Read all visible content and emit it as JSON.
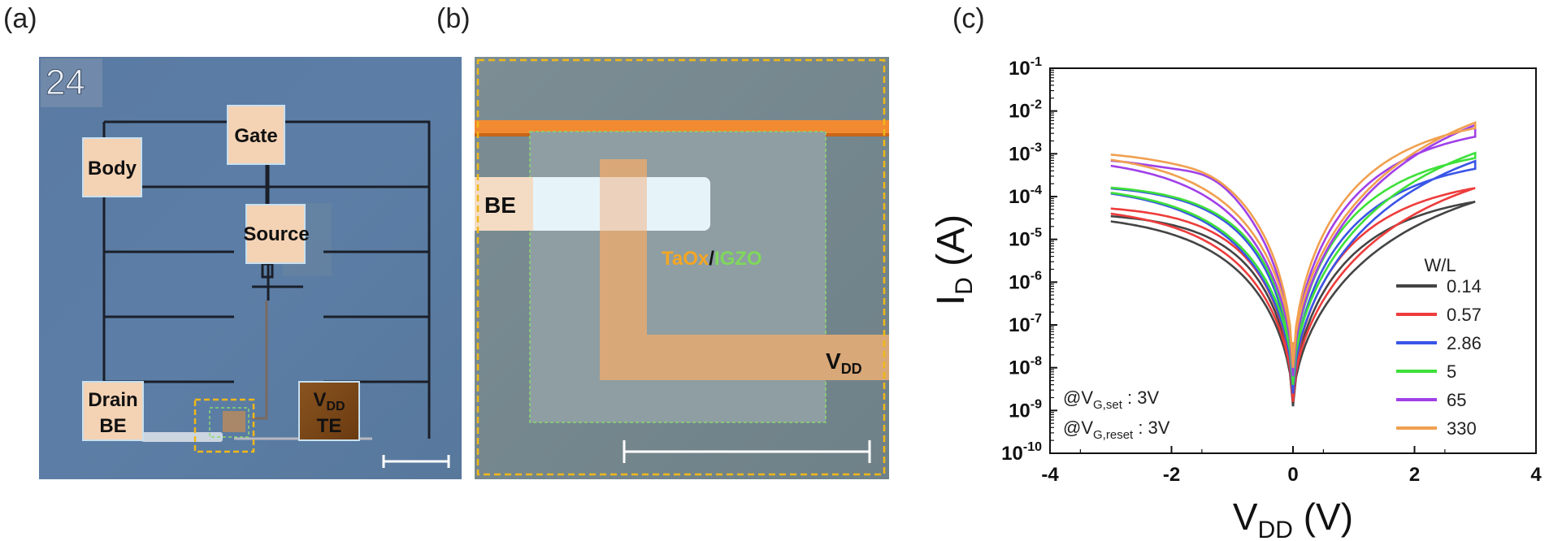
{
  "panel_labels": {
    "a": "(a)",
    "b": "(b)",
    "c": "(c)"
  },
  "panel_a": {
    "chip_number": "24",
    "pads": {
      "gate": "Gate",
      "body": "Body",
      "source": "Source",
      "drain_line1": "Drain",
      "drain_line2": "BE",
      "vdd_main": "V",
      "vdd_sub": "DD",
      "vdd_line2": "TE"
    },
    "colors": {
      "background": "#5878a0",
      "pad": "#f4d2b4",
      "te_pad": "#7a4818",
      "highlight_box": "#f0b818"
    }
  },
  "panel_b": {
    "be_label": "BE",
    "material_part1": "TaOx",
    "material_separator": "/",
    "material_part2": "IGZO",
    "vdd_main": "V",
    "vdd_sub": "DD",
    "colors": {
      "taox": "#f5a623",
      "igzo": "#7fd85a",
      "electrode": "#d8a878",
      "top_line": "#f28a32"
    }
  },
  "chart_data": {
    "type": "line",
    "ylabel_main": "I",
    "ylabel_sub": "D",
    "ylabel_unit": " (A)",
    "xlabel_main": "V",
    "xlabel_sub": "DD",
    "xlabel_unit": " (V)",
    "xlim": [
      -4,
      4
    ],
    "ylim_exp": [
      -10,
      -1
    ],
    "yscale": "log",
    "x_ticks": [
      "-4",
      "-2",
      "0",
      "2",
      "4"
    ],
    "y_ticks": [
      "-10",
      "-9",
      "-8",
      "-7",
      "-6",
      "-5",
      "-4",
      "-3",
      "-2",
      "-1"
    ],
    "y_tick_base": "10",
    "legend_title": "W/L",
    "legend_position": "right",
    "annotations": [
      {
        "prefix": "@V",
        "sub": "G,set",
        "suffix": " : 3V"
      },
      {
        "prefix": "@V",
        "sub": "G,reset",
        "suffix": " : 3V"
      }
    ],
    "series": [
      {
        "name": "0.14",
        "color": "#444444",
        "neg_sat_exp": -4.52,
        "pos_end_exp": -4.12,
        "up_exp": -4.12,
        "bump": 0,
        "min_exp": -8.9
      },
      {
        "name": "0.57",
        "color": "#ee3c3c",
        "neg_sat_exp": -4.34,
        "pos_end_exp": -3.8,
        "up_exp": -3.8,
        "bump": 0,
        "min_exp": -8.8
      },
      {
        "name": "2.86",
        "color": "#3a55e6",
        "neg_sat_exp": -3.87,
        "pos_end_exp": -3.17,
        "up_exp": -3.35,
        "bump": 0,
        "min_exp": -8.6
      },
      {
        "name": "5",
        "color": "#3ee03a",
        "neg_sat_exp": -3.85,
        "pos_end_exp": -2.98,
        "up_exp": -3.1,
        "bump": 0,
        "min_exp": -8.4
      },
      {
        "name": "65",
        "color": "#a040e8",
        "neg_sat_exp": -3.22,
        "pos_end_exp": -2.33,
        "up_exp": -2.6,
        "bump": 0.18,
        "min_exp": -8.2
      },
      {
        "name": "330",
        "color": "#f0a050",
        "neg_sat_exp": -3.08,
        "pos_end_exp": -2.27,
        "up_exp": -2.4,
        "bump": 0.08,
        "min_exp": -8.0
      }
    ]
  }
}
